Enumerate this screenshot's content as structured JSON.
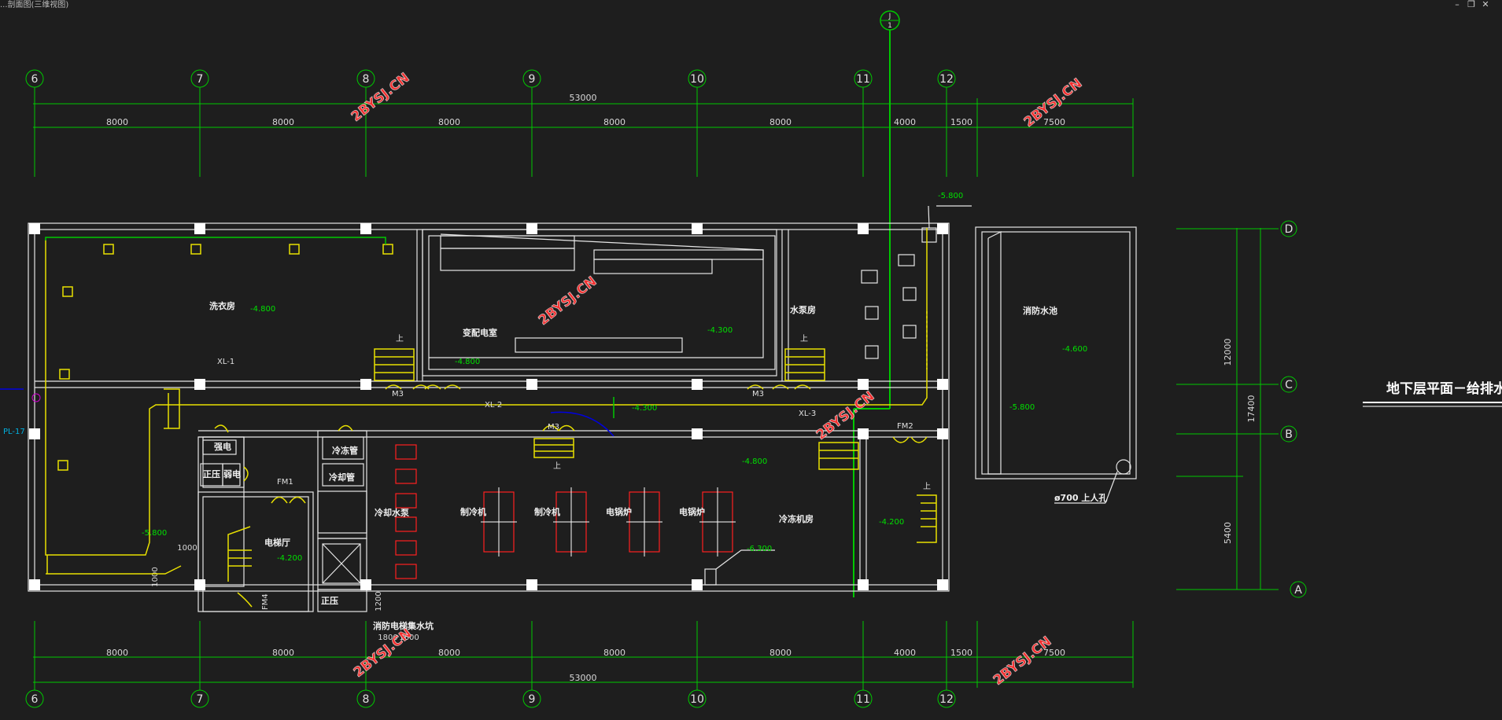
{
  "window": {
    "title": "...剖面图(三维视图)",
    "min": "–",
    "max": "❐",
    "close": "✕"
  },
  "axes_top": [
    "6",
    "7",
    "8",
    "9",
    "10",
    "11",
    "12"
  ],
  "axes_bottom": [
    "6",
    "7",
    "8",
    "9",
    "10",
    "11",
    "12"
  ],
  "axes_right": [
    "D",
    "C",
    "B",
    "A"
  ],
  "riser_label_top": "J",
  "riser_label_bottom": "1",
  "dims": {
    "total": "53000",
    "span": "8000",
    "d4000": "4000",
    "d1500": "1500",
    "d7500": "7500",
    "v12000": "12000",
    "v17400": "17400",
    "v5400": "5400",
    "d1000": "1000",
    "d1200": "1200",
    "d1800": "1800",
    "d1600": "1600"
  },
  "rooms": {
    "laundry": "洗衣房",
    "substation": "变配电室",
    "pump": "水泵房",
    "tank": "消防水池",
    "chiller_room": "冷冻机房",
    "elevator_hall": "电梯厅",
    "cool_pump": "冷却水泵",
    "chiller1": "制冷机",
    "chiller2": "制冷机",
    "boiler1": "电锅炉",
    "boiler2": "电锅炉",
    "cold_pipe": "冷冻管",
    "cool_pipe": "冷却管",
    "strong": "强电",
    "weak": "弱电",
    "press": "正压",
    "press2": "正压",
    "fire_elev": "消防电梯集水坑",
    "manhole": "ø700 上人孔"
  },
  "elevs": {
    "e4800a": "-4.800",
    "e4300": "-4.300",
    "e4800b": "-4.800",
    "e4300b": "-4.300",
    "e5800a": "-5.800",
    "e4600": "-4.600",
    "e5800b": "-5.800",
    "e4800c": "-4.800",
    "e4200a": "-4.200",
    "e4200b": "-4.200",
    "e6300": "-6.300",
    "e5800c": "-5.800"
  },
  "labels": {
    "xl1": "XL-1",
    "xl2": "XL-2",
    "xl3": "XL-3",
    "pl17": "PL-17",
    "fm1": "FM1",
    "fm2": "FM2",
    "fm4": "FM4",
    "m3": "M3",
    "up": "上"
  },
  "watermark": "2BYSJ.CN",
  "sheet_title": "地下层平面－给排水"
}
